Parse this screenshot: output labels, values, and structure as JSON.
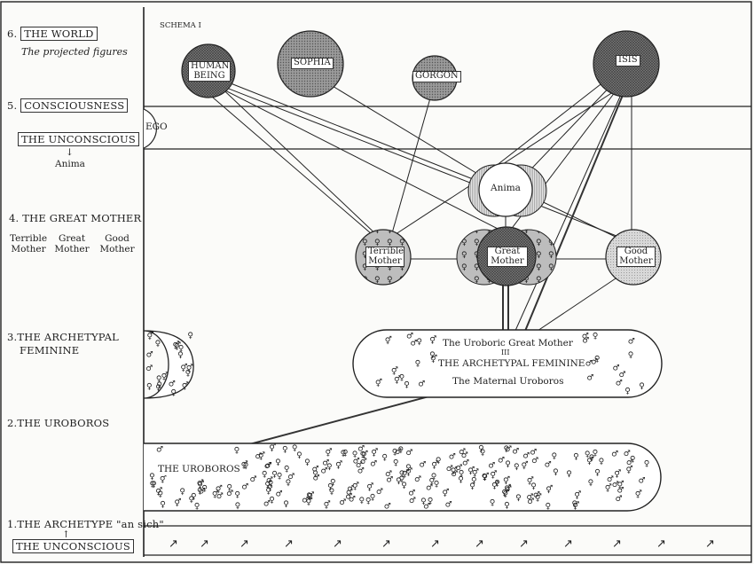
{
  "left_column": {
    "level6": {
      "number": "6.",
      "title": "THE WORLD",
      "subtitle": "The projected figures"
    },
    "level5": {
      "number": "5.",
      "title": "CONSCIOUSNESS"
    },
    "unconscious_mid": {
      "title": "THE UNCONSCIOUS",
      "sub": "Anima"
    },
    "level4": {
      "title": "4. THE GREAT MOTHER",
      "terrible": "Terrible Mother",
      "great": "Great Mother",
      "good": "Good Mother"
    },
    "level3": {
      "line1": "3.THE ARCHETYPAL",
      "line2": "FEMININE"
    },
    "level2": {
      "title": "2.THE UROBOROS"
    },
    "level1": {
      "title": "1.THE ARCHETYPE \"an sich\"",
      "unconscious": "THE UNCONSCIOUS"
    }
  },
  "schema_label": "SCHEMA I",
  "figures": {
    "human_being": "HUMAN BEING",
    "sophia": "SOPHIA",
    "gorgon": "GORGON",
    "isis": "ISIS",
    "ego": "EGO",
    "anima": "Anima",
    "terrible_mother": "Terrible Mother",
    "great_mother": "Great Mother",
    "good_mother": "Good Mother"
  },
  "archetypal_band": {
    "line1": "The Uroboric Great Mother",
    "line2": "III",
    "line3": "THE ARCHETYPAL FEMININE",
    "line4": "The Maternal Uroboros"
  },
  "uroboros_band": {
    "label": "THE UROBOROS"
  },
  "colors": {
    "ink": "#2a2a2a",
    "paper": "#fbfbf9",
    "shade_dark": "#6a6a6a",
    "shade_mid": "#9a9a9a",
    "shade_light": "#cfcfcf"
  }
}
